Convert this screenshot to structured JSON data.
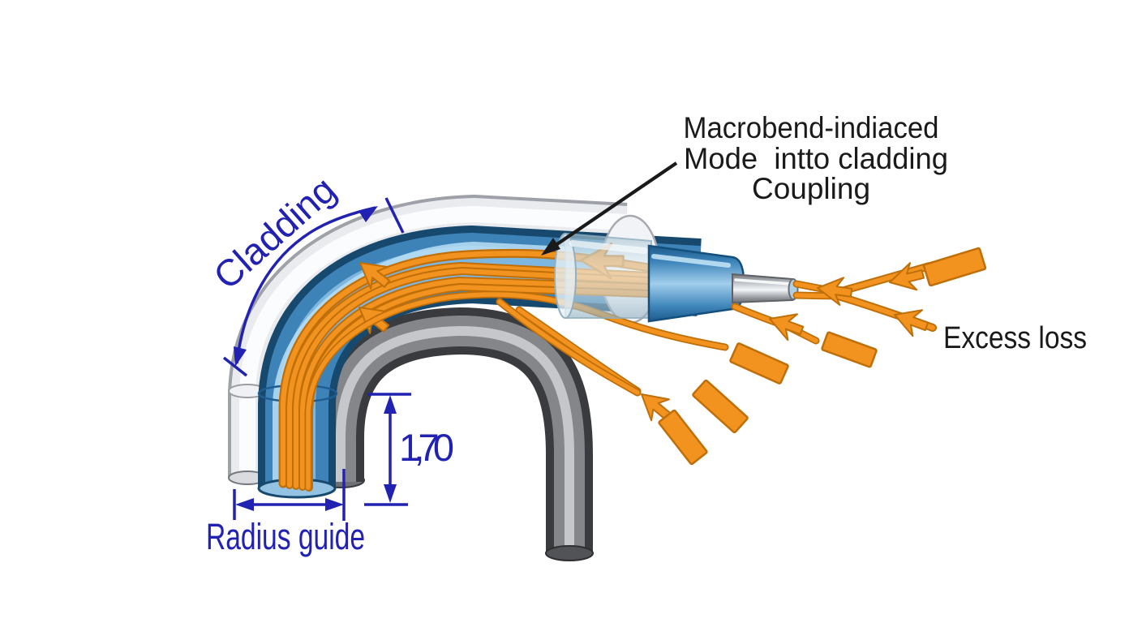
{
  "callout": {
    "line1": "Macrobend-indiaced",
    "line2": "Mode  intto cladding",
    "line3": "Coupling"
  },
  "labels": {
    "cladding": "Cladding",
    "bend_height": "1,70",
    "radius_guide": "Radius guide",
    "excess_loss": "Excess loss"
  },
  "colors": {
    "annotation_blue": "#2222b2",
    "ray_orange": "#f2921f",
    "ray_orange_dark": "#c06f08",
    "fiber_blue": "#3e83b8",
    "jacket_white": "#e9ebee",
    "mandrel_gray": "#808184",
    "text_black": "#1a1a1a"
  }
}
